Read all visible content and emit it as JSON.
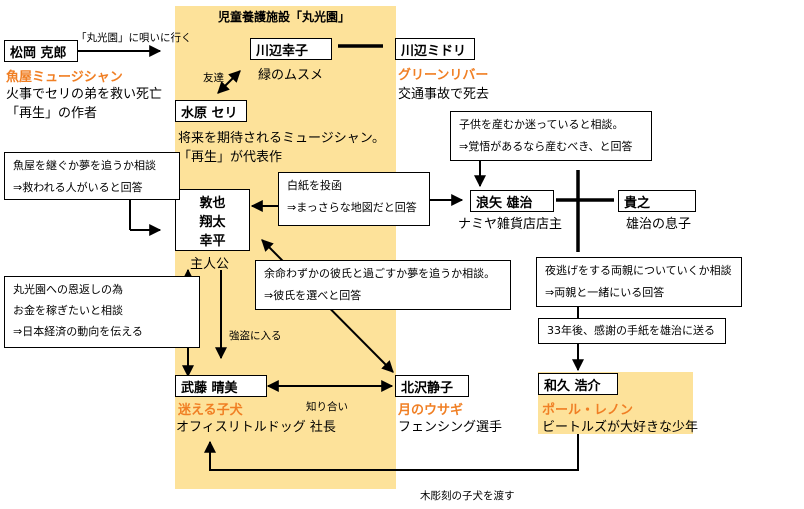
{
  "facility": {
    "title": "児童養護施設「丸光園」"
  },
  "characters": {
    "matsuoka": {
      "name": "松岡 克郎",
      "nickname": "魚屋ミュージシャン",
      "desc": [
        "火事でセリの弟を救い死亡",
        "「再生」の作者"
      ]
    },
    "kawabe_sachiko": {
      "name": "川辺幸子",
      "desc": "緑のムスメ"
    },
    "kawabe_midori": {
      "name": "川辺ミドリ",
      "nickname": "グリーンリバー",
      "desc": "交通事故で死去"
    },
    "mizuhara": {
      "name": "水原 セリ",
      "desc": [
        "将来を期待されるミュージシャン。",
        "「再生」が代表作"
      ]
    },
    "protagonists": {
      "names": [
        "敦也",
        "翔太",
        "幸平"
      ],
      "role": "主人公"
    },
    "namiya": {
      "name": "浪矢 雄治",
      "desc": "ナミヤ雑貨店店主"
    },
    "takayuki": {
      "name": "貴之",
      "desc": "雄治の息子"
    },
    "muto": {
      "name": "武藤 晴美",
      "nickname": "迷える子犬",
      "desc": "オフィスリトルドッグ 社長"
    },
    "kitazawa": {
      "name": "北沢静子",
      "nickname": "月のウサギ",
      "desc": "フェンシング選手"
    },
    "wakuhisa": {
      "name": "和久 浩介",
      "nickname": "ポール・レノン",
      "desc": "ビートルズが大好きな少年"
    }
  },
  "notes": {
    "fish_shop": [
      "魚屋を継ぐか夢を追うか相談",
      "⇒救われる人がいると回答"
    ],
    "blank_letter": [
      "白紙を投函",
      "⇒まっさらな地図だと回答"
    ],
    "child": [
      "子供を産むか迷っていると相談。",
      "⇒覚悟があるなら産むべき、と回答"
    ],
    "repay": [
      "丸光園への恩返しの為",
      "お金を稼ぎたいと相談",
      "⇒日本経済の動向を伝える"
    ],
    "boyfriend": [
      "余命わずかの彼氏と過ごすか夢を追うか相談。",
      "⇒彼氏を選べと回答"
    ],
    "night_escape": [
      "夜逃げをする両親についていくか相談",
      "⇒両親と一緒にいる回答"
    ],
    "thanks_letter": "33年後、感謝の手紙を雄治に送る"
  },
  "labels": {
    "sing": "「丸光園」に唄いに行く",
    "friend": "友達",
    "burglary": "強盗に入る",
    "acquaintance": "知り合い",
    "woodcarving": "木彫刻の子犬を渡す"
  }
}
